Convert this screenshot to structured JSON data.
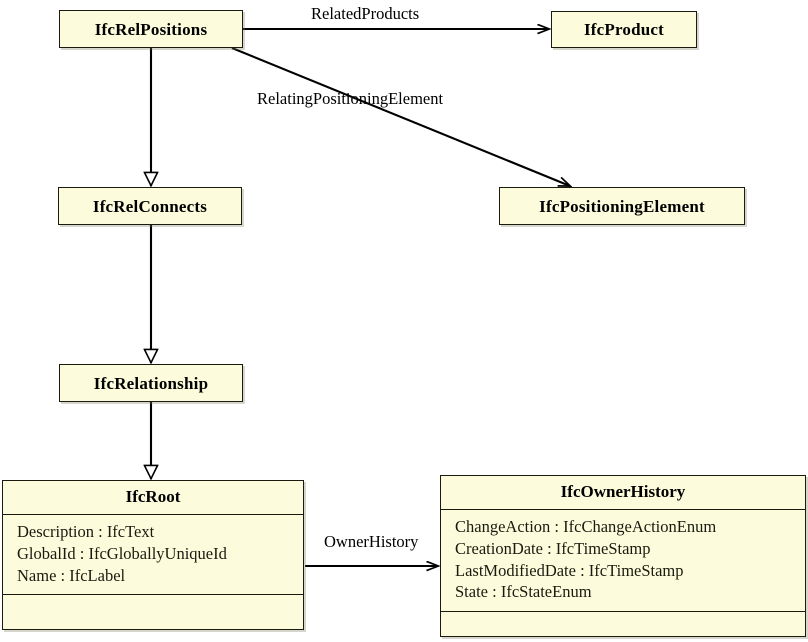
{
  "diagram": {
    "title": "IFC class hierarchy diagram",
    "style": {
      "node_fill": "#FCFCDC",
      "node_border": "#1a1a10",
      "edge_color": "#000000",
      "background": "#ffffff"
    }
  },
  "nodes": {
    "rel_positions": {
      "name": "IfcRelPositions"
    },
    "product": {
      "name": "IfcProduct"
    },
    "rel_connects": {
      "name": "IfcRelConnects"
    },
    "positioning_element": {
      "name": "IfcPositioningElement"
    },
    "relationship": {
      "name": "IfcRelationship"
    },
    "root": {
      "name": "IfcRoot",
      "attributes": [
        "Description : IfcText",
        "GlobalId : IfcGloballyUniqueId",
        "Name : IfcLabel"
      ],
      "operations": []
    },
    "owner_history": {
      "name": "IfcOwnerHistory",
      "attributes": [
        "ChangeAction : IfcChangeActionEnum",
        "CreationDate : IfcTimeStamp",
        "LastModifiedDate : IfcTimeStamp",
        "State : IfcStateEnum"
      ],
      "operations": []
    }
  },
  "edges": {
    "related_products": {
      "label": "RelatedProducts",
      "from": "IfcRelPositions",
      "to": "IfcProduct",
      "type": "association"
    },
    "relating_positioning_element": {
      "label": "RelatingPositioningElement",
      "from": "IfcRelPositions",
      "to": "IfcPositioningElement",
      "type": "association"
    },
    "owner_history": {
      "label": "OwnerHistory",
      "from": "IfcRoot",
      "to": "IfcOwnerHistory",
      "type": "association"
    },
    "gen_positions_connects": {
      "label": "",
      "from": "IfcRelPositions",
      "to": "IfcRelConnects",
      "type": "generalization"
    },
    "gen_connects_relationship": {
      "label": "",
      "from": "IfcRelConnects",
      "to": "IfcRelationship",
      "type": "generalization"
    },
    "gen_relationship_root": {
      "label": "",
      "from": "IfcRelationship",
      "to": "IfcRoot",
      "type": "generalization"
    }
  }
}
